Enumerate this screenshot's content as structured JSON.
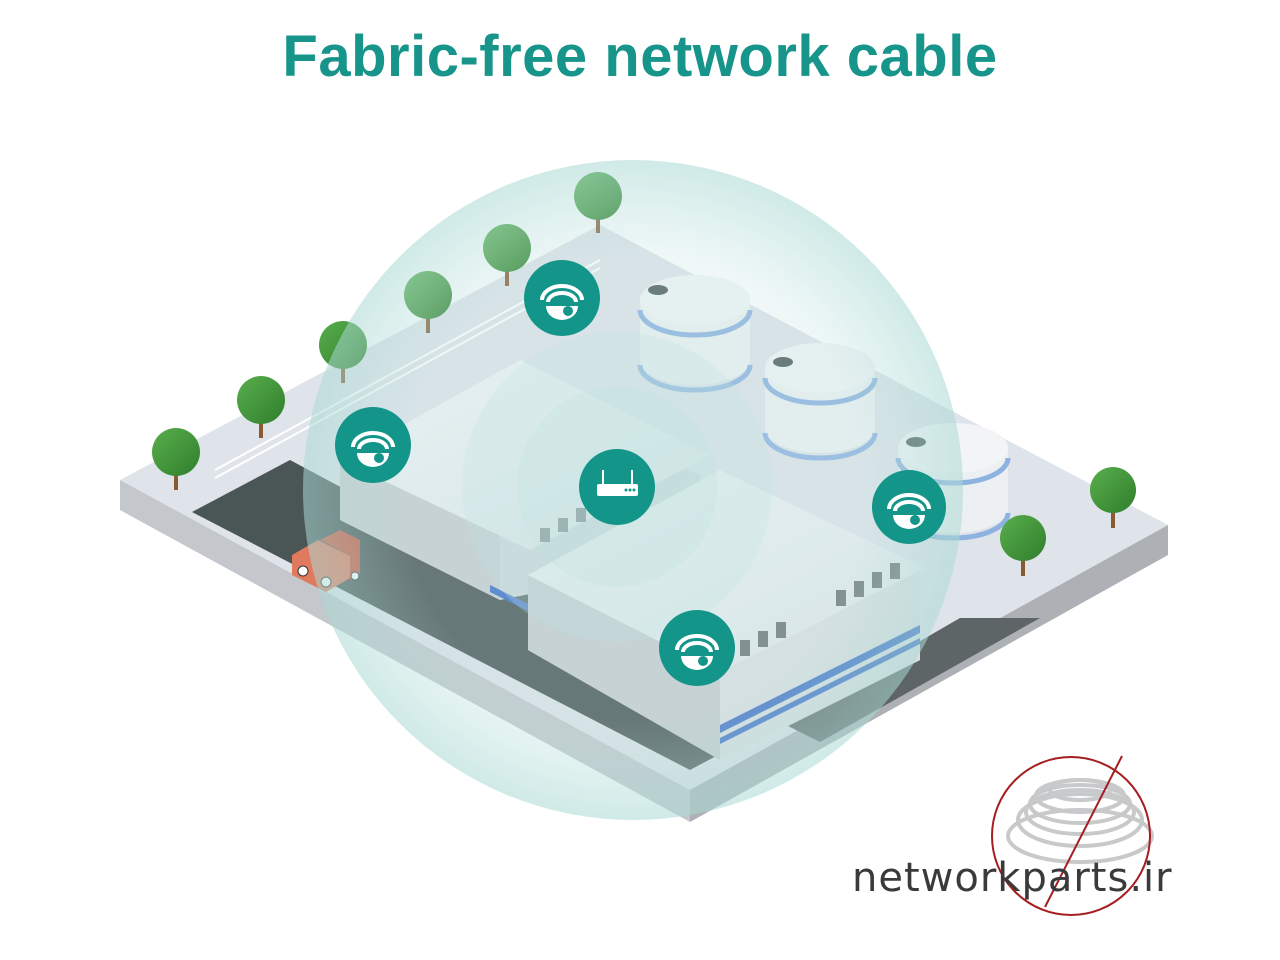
{
  "title": "Fabric-free network cable",
  "watermark": "networkparts.ir",
  "colors": {
    "accent_teal": "#17958b",
    "badge_teal": "#14958a",
    "tree_green": "#3f9b3a",
    "no_sign_red": "#a51e22",
    "road": "#4a5556",
    "ground": "#dfe3ea",
    "stripe_blue": "#3f6fc8"
  },
  "illustration": {
    "router": {
      "icon": "wifi-router-icon"
    },
    "cameras": [
      {
        "icon": "dome-camera-icon",
        "location": "top-left-building-fence"
      },
      {
        "icon": "dome-camera-icon",
        "location": "left-building"
      },
      {
        "icon": "dome-camera-icon",
        "location": "storage-tank"
      },
      {
        "icon": "dome-camera-icon",
        "location": "front-building"
      }
    ],
    "storage_tanks": 3,
    "trees": 8,
    "vehicle": "pickup-truck",
    "no_cable_sign": "prohibited-cable-reel-icon"
  }
}
